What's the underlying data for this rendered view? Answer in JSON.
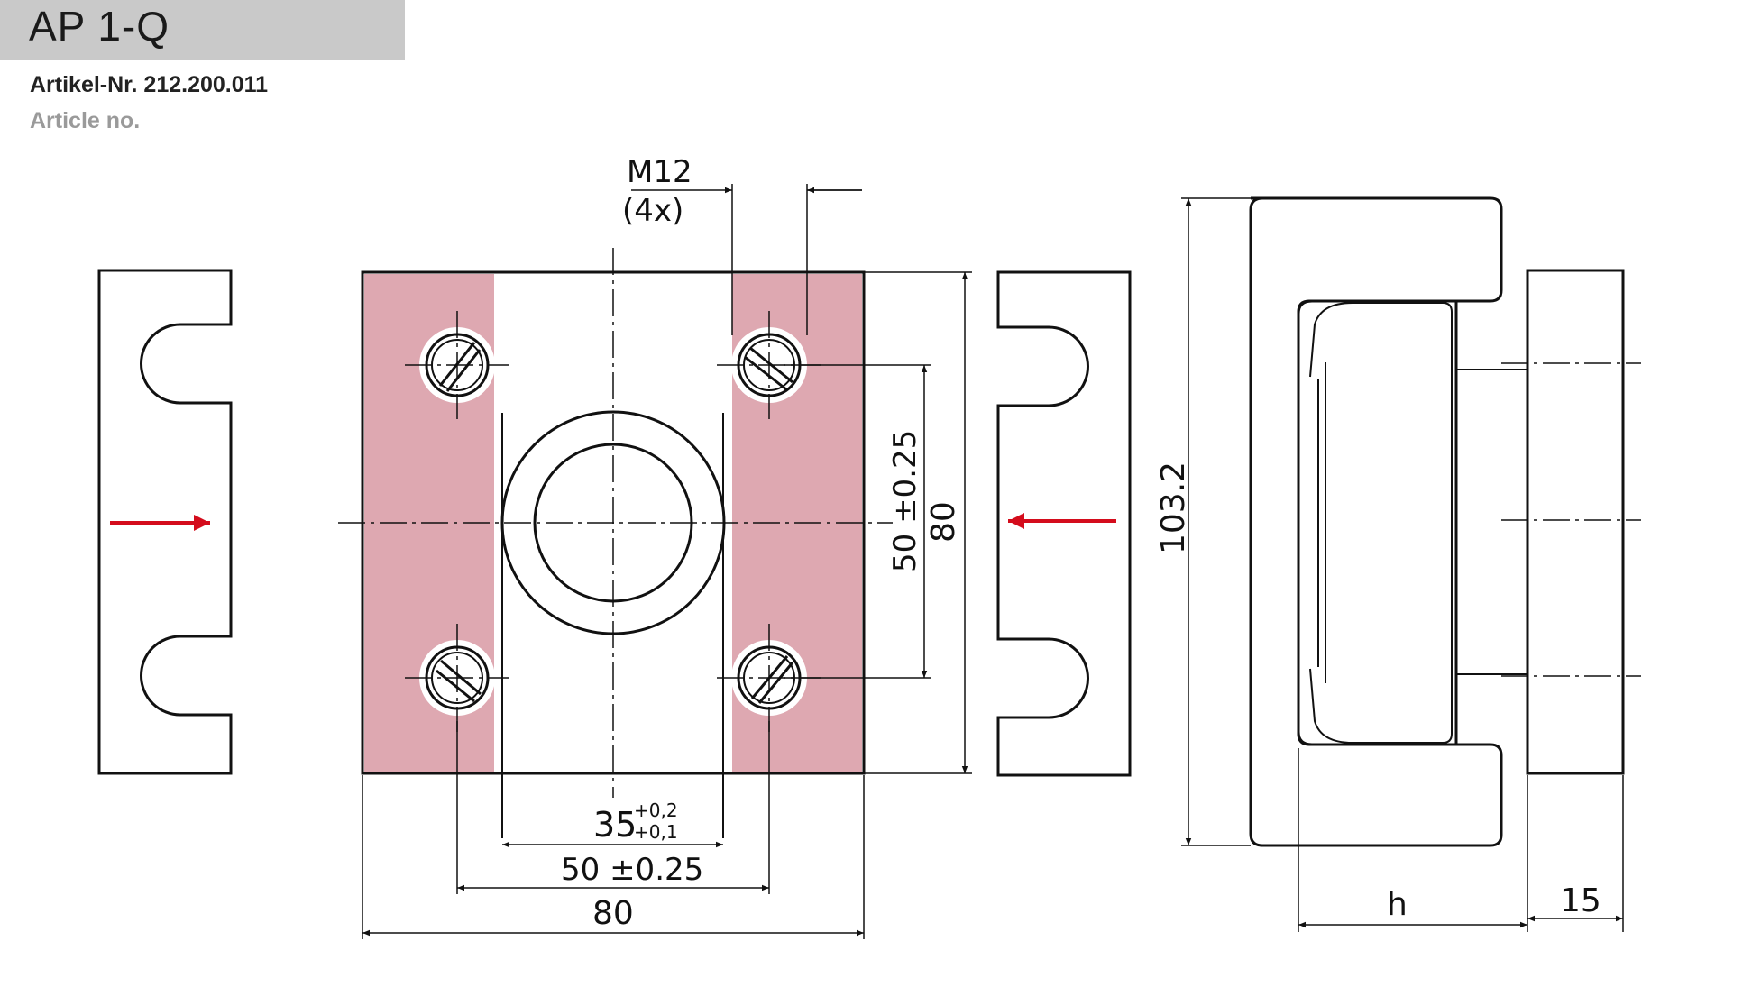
{
  "header": {
    "title": "AP 1-Q",
    "article_number_label": "Artikel-Nr. 212.200.011",
    "article_no_en": "Article no."
  },
  "drawing": {
    "thread_label": "M12",
    "thread_count": "(4x)",
    "bore_dim_main": "35",
    "bore_tol_upper": "+0,2",
    "bore_tol_lower": "+0,1",
    "hole_spacing_h": "50 ±0.25",
    "width_total": "80",
    "hole_spacing_v": "50 ±0.25",
    "height_total": "80",
    "side_height": "103.2",
    "depth_h": "h",
    "plate_thickness": "15"
  },
  "colors": {
    "highlight": "#dea8b1",
    "arrow": "#d40c1c",
    "line": "#111111",
    "title_bg": "#c9c9c9"
  }
}
